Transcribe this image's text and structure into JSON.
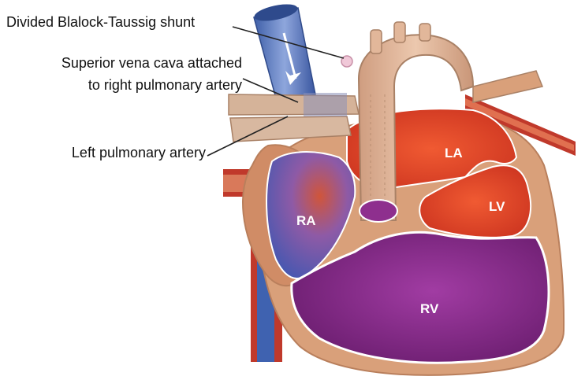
{
  "labels": {
    "shunt": "Divided Blalock-Taussig shunt",
    "svc_line1": "Superior vena cava attached",
    "svc_line2": "to right pulmonary artery",
    "lpa": "Left pulmonary artery"
  },
  "chambers": {
    "ra": "RA",
    "la": "LA",
    "lv": "LV",
    "rv": "RV"
  },
  "colors": {
    "outer_tissue": "#d9a07a",
    "aorta": "#e2b79a",
    "rv": "#8e2f8e",
    "la_lv": "#e24a2a",
    "ra": "#5a5fb5",
    "vena_cava": "#4a78c0",
    "vessel_red": "#c0392b"
  }
}
